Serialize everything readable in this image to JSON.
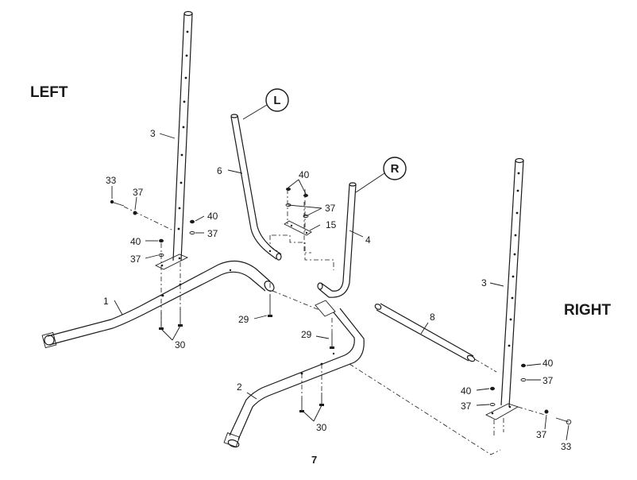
{
  "labels": {
    "left": "LEFT",
    "right": "RIGHT",
    "page_number": "7"
  },
  "callouts": {
    "left_marker": "L",
    "right_marker": "R"
  },
  "parts": {
    "p1": "1",
    "p2": "2",
    "p3_left": "3",
    "p3_right": "3",
    "p4": "4",
    "p6": "6",
    "p8": "8",
    "p15": "15",
    "p29_left": "29",
    "p29_right": "29",
    "p30_left": "30",
    "p30_right": "30",
    "p33_left": "33",
    "p33_right": "33",
    "p37_a": "37",
    "p37_b": "37",
    "p37_c": "37",
    "p37_d": "37",
    "p37_e": "37",
    "p37_f": "37",
    "p37_g": "37",
    "p40_a": "40",
    "p40_b": "40",
    "p40_c": "40",
    "p40_d": "40",
    "p40_e": "40"
  }
}
